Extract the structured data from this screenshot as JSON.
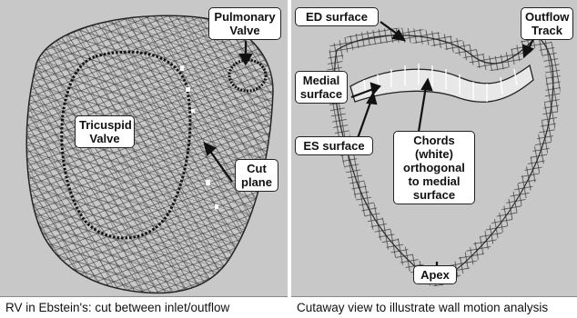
{
  "left_panel": {
    "labels": {
      "pulmonary_valve": "Pulmonary Valve",
      "tricuspid_valve": "Tricuspid Valve",
      "cut_plane": "Cut plane"
    },
    "caption": "RV in Ebstein's: cut between inlet/outflow"
  },
  "right_panel": {
    "labels": {
      "ed_surface": "ED surface",
      "outflow_track": "Outflow Track",
      "medial_surface": "Medial surface",
      "es_surface": "ES surface",
      "chords": "Chords (white) orthogonal to medial surface",
      "apex": "Apex"
    },
    "caption": "Cutaway view to illustrate wall motion analysis"
  },
  "colors": {
    "background": "#c8c8c8",
    "mesh": "#3a3a3a",
    "valve_dots": "#111111",
    "chords": "#ffffff"
  }
}
